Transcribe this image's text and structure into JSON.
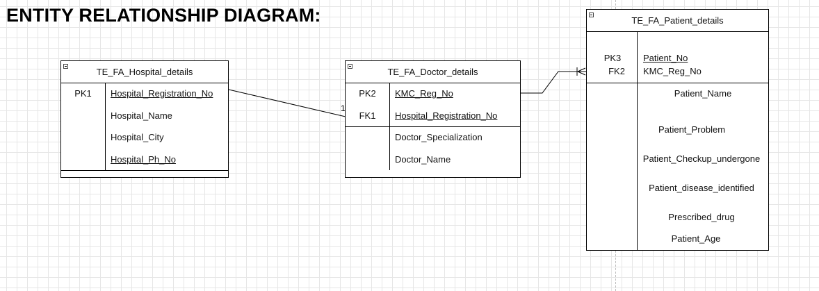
{
  "title": "ENTITY RELATIONSHIP DIAGRAM:",
  "hospital": {
    "name": "TE_FA_Hospital_details",
    "keys": [
      "PK1"
    ],
    "attributes": [
      "Hospital_Registration_No",
      "Hospital_Name",
      "Hospital_City",
      "Hospital_Ph_No"
    ]
  },
  "doctor": {
    "name": "TE_FA_Doctor_details",
    "keys": [
      "PK2",
      "FK1"
    ],
    "key_attributes": [
      "KMC_Reg_No",
      "Hospital_Registration_No"
    ],
    "attributes": [
      "Doctor_Specialization",
      "Doctor_Name"
    ]
  },
  "patient": {
    "name": "TE_FA_Patient_details",
    "keys": [
      "PK3",
      "FK2"
    ],
    "key_attributes": [
      "Patient_No",
      "KMC_Reg_No"
    ],
    "attributes": [
      "Patient_Name",
      "Patient_Problem",
      "Patient_Checkup_undergone",
      "Patient_disease_identified",
      "Prescribed_drug",
      "Patient_Age"
    ]
  },
  "relationship_label": "1"
}
